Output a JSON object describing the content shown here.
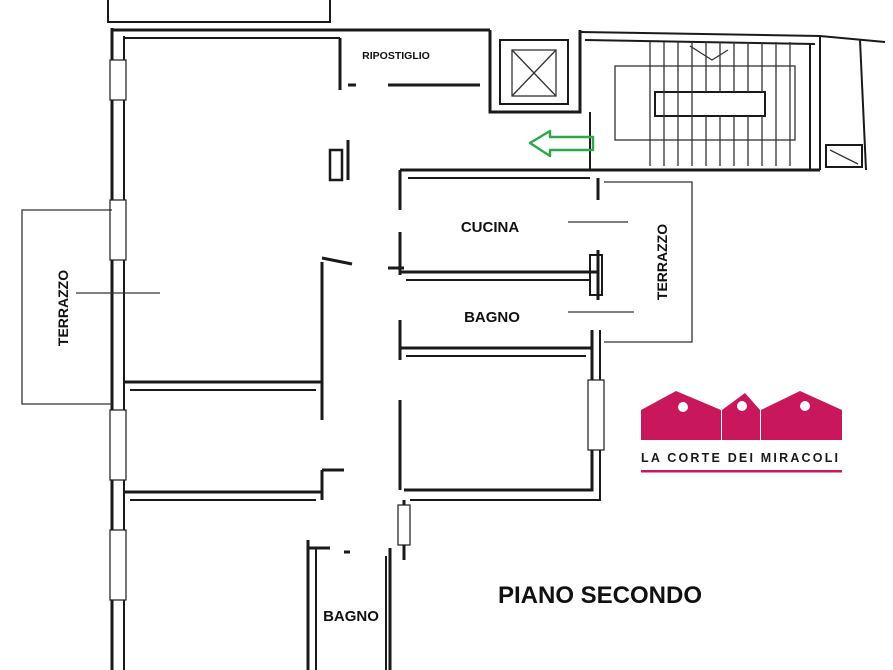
{
  "floor_title": "PIANO SECONDO",
  "rooms": {
    "storage": "RIPOSTIGLIO",
    "kitchen": "CUCINA",
    "bathroom_1": "BAGNO",
    "bathroom_2": "BAGNO",
    "terrace_left": "TERRAZZO",
    "terrace_right": "TERRAZZO"
  },
  "logo": {
    "text": "LA CORTE DEI MIRACOLI",
    "color": "#c8175a",
    "icon": "three-houses-logo-icon"
  },
  "arrow": {
    "icon": "entrance-arrow-icon",
    "color": "#2aa84a"
  },
  "colors": {
    "wall": "#1a1a1a",
    "background": "#ffffff"
  }
}
